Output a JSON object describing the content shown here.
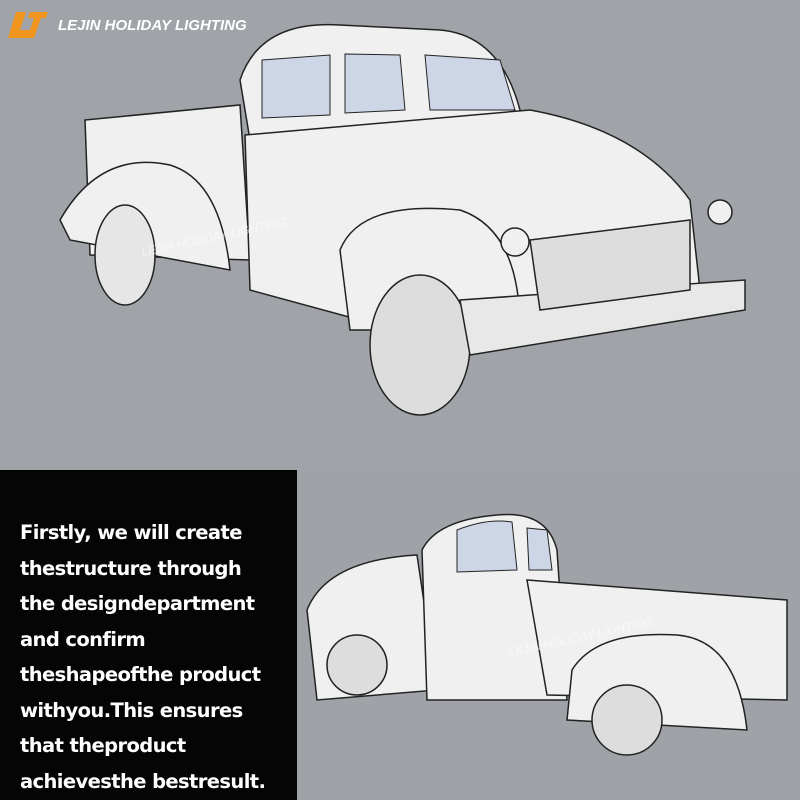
{
  "brand": {
    "name": "LEJIN HOLIDAY LIGHTING",
    "accent": "#f0961e"
  },
  "watermarks": [
    "LEJIN HOLIDAY LIGHTING",
    "LEJIN HOLIDAY LIGHTING"
  ],
  "caption": "Firstly, we will create thestructure through the designdepartment and confirm theshapeofthe product withyou.This ensures that theproduct achievesthe bestresult."
}
